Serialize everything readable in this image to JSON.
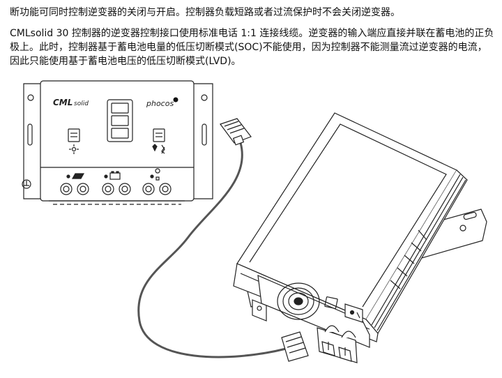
{
  "paragraphs": [
    "断功能可同时控制逆变器的关闭与开启。控制器负载短路或者过流保护时不会关闭逆变器。",
    "CMLsolid 30 控制器的逆变器控制接口使用标准电话 1:1 连接线缆。逆变器的输入端应直接并联在蓄电池的正负极上。此时，控制器基于蓄电池电量的低压切断模式(SOC)不能使用，因为控制器不能测量流过逆变器的电流，因此只能使用基于蓄电池电压的低压切断模式(LVD)。"
  ],
  "controller": {
    "brand_label": "CML",
    "model_label": "solid",
    "maker_label": "phocos"
  }
}
